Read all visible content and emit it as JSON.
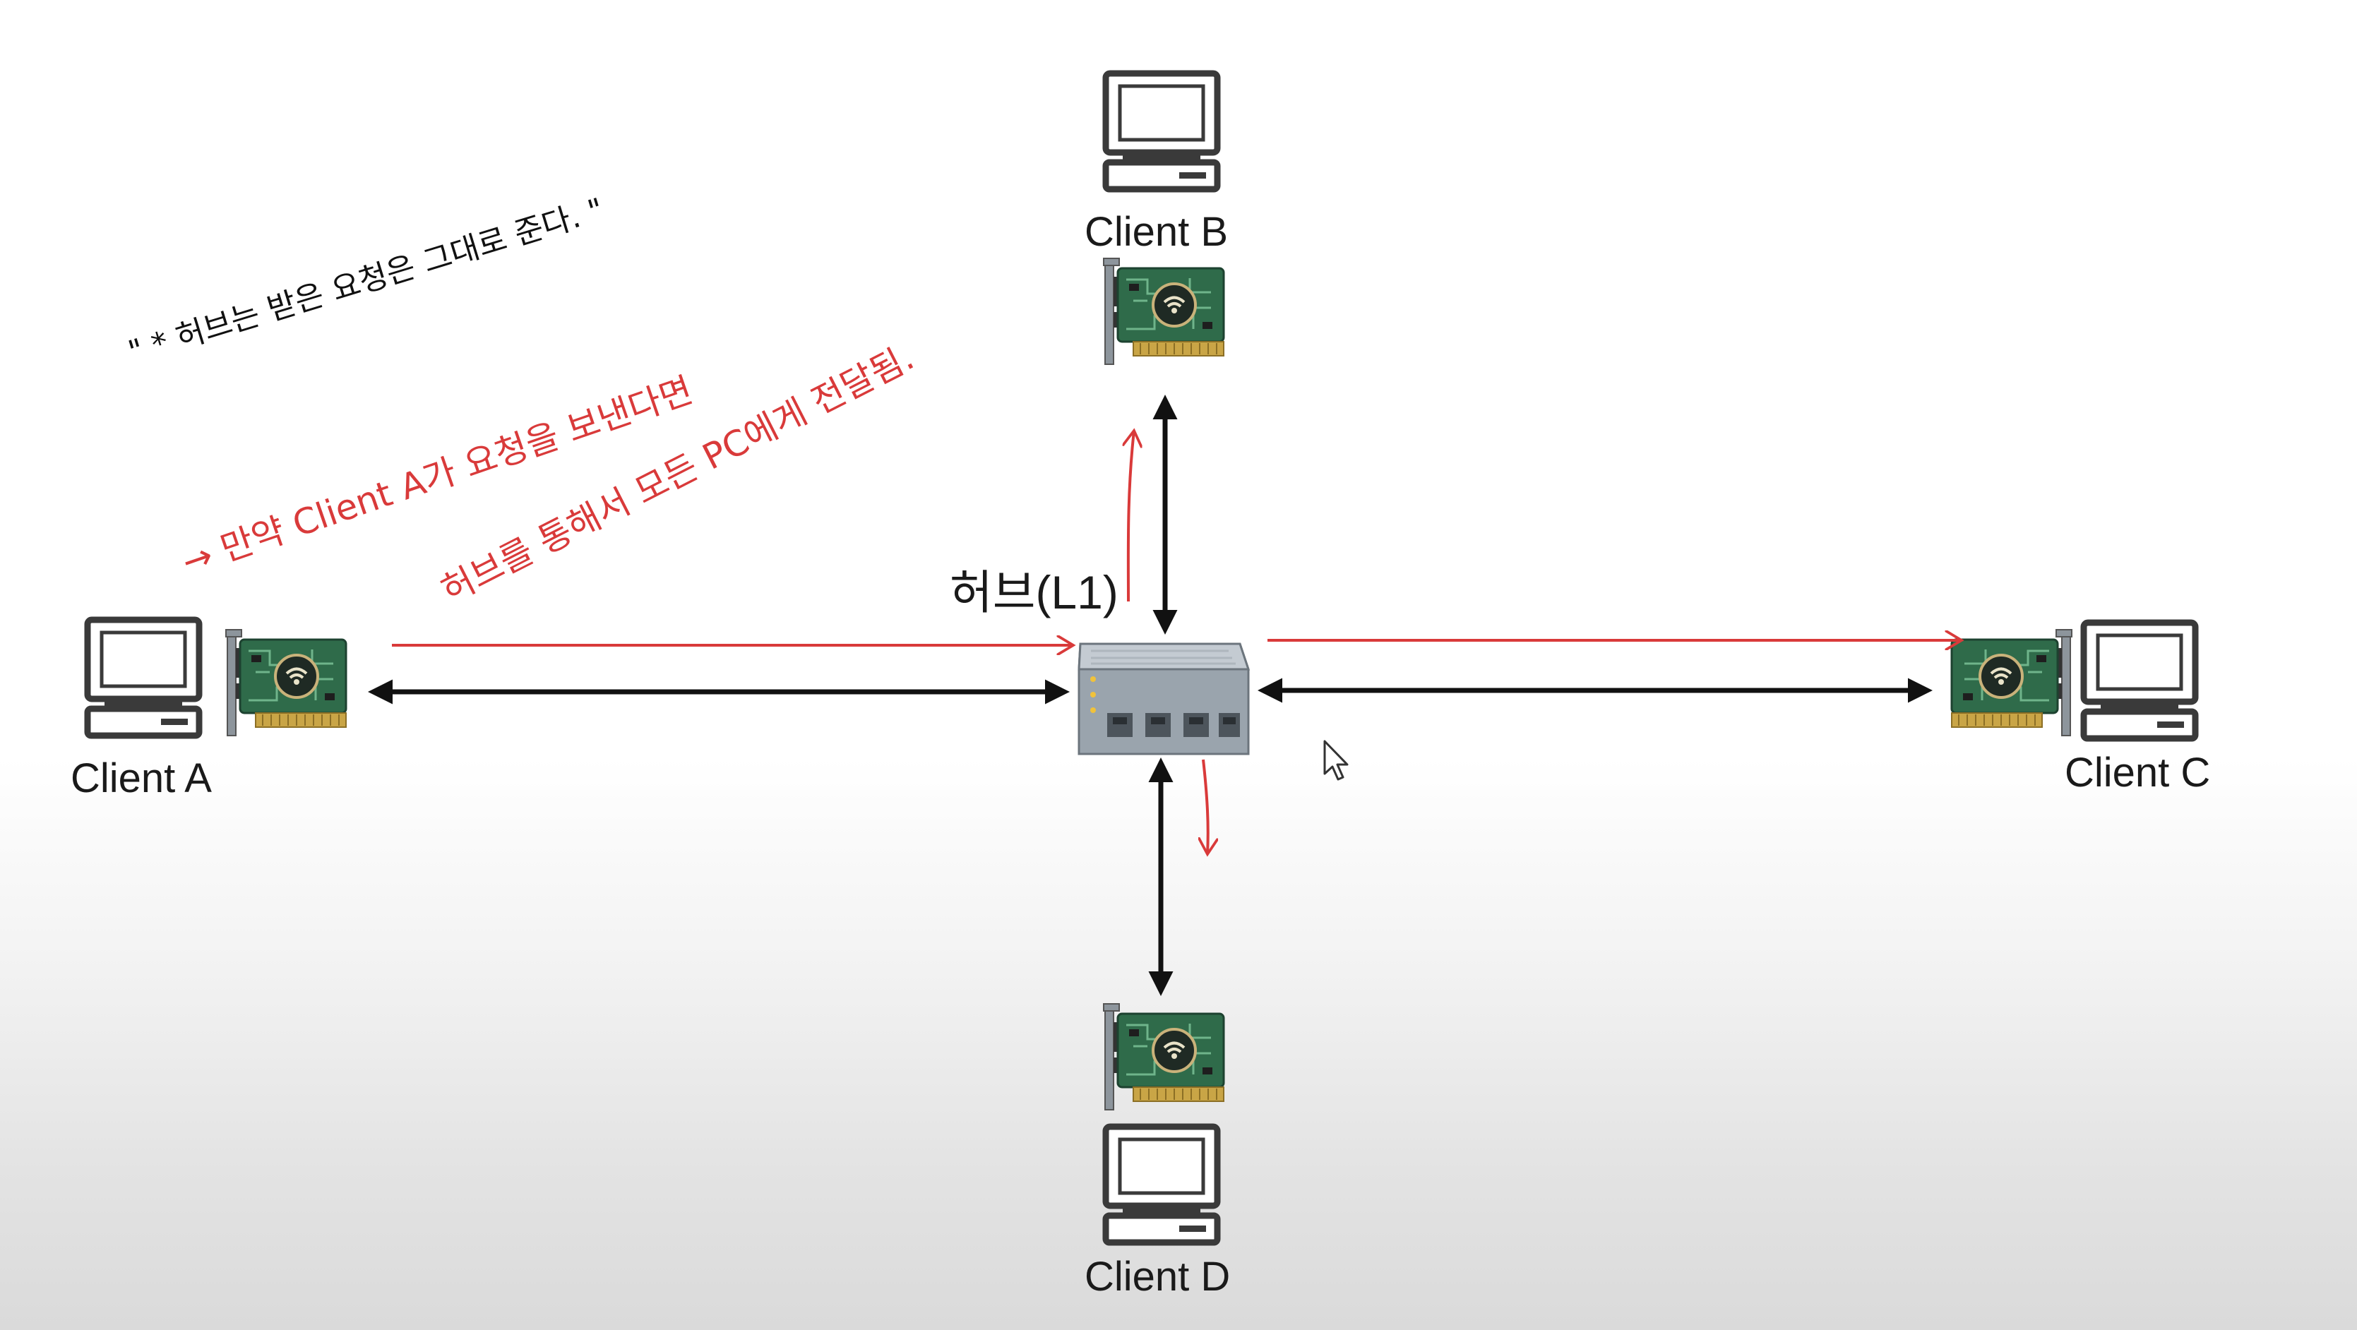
{
  "hub": {
    "label": "허브(L1)"
  },
  "clients": [
    {
      "id": "A",
      "label": "Client A"
    },
    {
      "id": "B",
      "label": "Client B"
    },
    {
      "id": "C",
      "label": "Client C"
    },
    {
      "id": "D",
      "label": "Client D"
    }
  ],
  "annotations": {
    "black_note": "\" * 허브는 받은 요청은 그대로 준다. \"",
    "red_line1": "→ 만약  Client A가 요청을 보낸다면",
    "red_line2": "허브를 통해서 모든 PC에게 전달됨."
  },
  "colors": {
    "red": "#d93a3a",
    "black": "#111111",
    "pcb_green": "#2f6b4a",
    "hub_gray": "#9aa4ad"
  },
  "icons": [
    "computer-icon",
    "network-card-icon",
    "hub-icon",
    "cursor-icon"
  ]
}
